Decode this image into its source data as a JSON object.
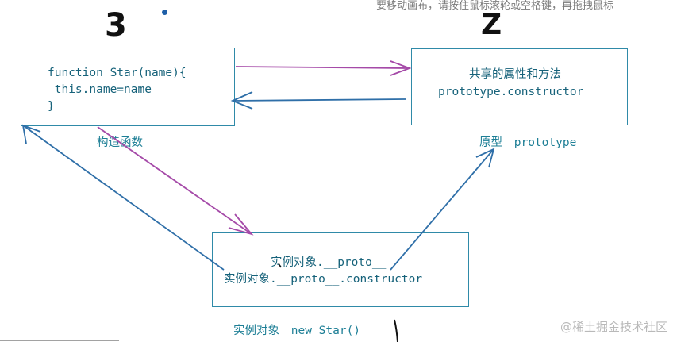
{
  "hint_text": "要移动画布，请按住鼠标滚轮或空格键，再拖拽鼠标",
  "handwritten": {
    "mark_3": "3",
    "mark_2": "Z"
  },
  "constructor_box": {
    "line1": "function Star(name){",
    "line2": " this.name=name",
    "line3": "}"
  },
  "constructor_label": "构造函数",
  "prototype_box": {
    "line1": "共享的属性和方法",
    "line2": "prototype.constructor"
  },
  "prototype_label_cn": "原型",
  "prototype_label_en": "prototype",
  "instance_box": {
    "line1": "实例对象.__proto__",
    "line2": "实例对象.__proto__.constructor"
  },
  "instance_label_cn": "实例对象",
  "instance_label_en": "new Star()",
  "watermark": "@稀土掘金技术社区",
  "colors": {
    "box_border": "#2f8aa8",
    "text": "#16627a",
    "purple_arrow": "#a54aa8",
    "blue_arrow": "#2f6fa8"
  }
}
